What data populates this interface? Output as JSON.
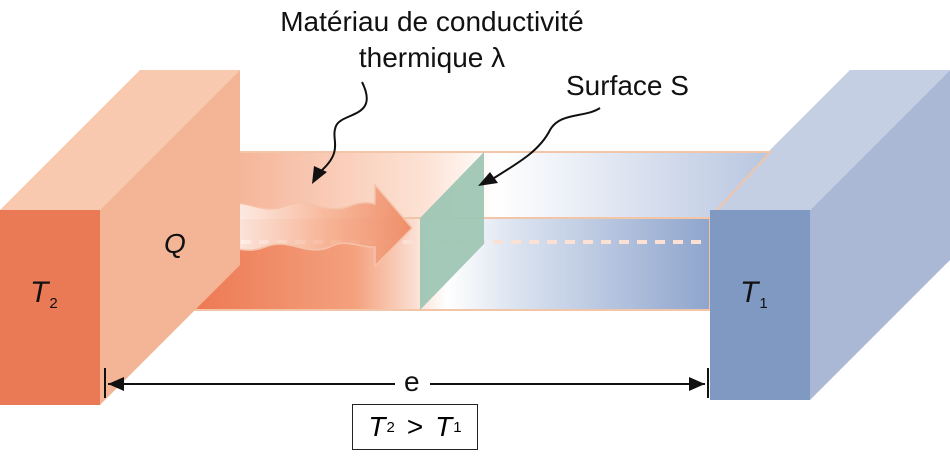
{
  "material_label": {
    "line1": "Matériau de conductivité",
    "line2": "thermique λ"
  },
  "surface_label": "Surface S",
  "heat_label": "Q",
  "hot_block": {
    "symbol": "T",
    "subscript": "2"
  },
  "cold_block": {
    "symbol": "T",
    "subscript": "1"
  },
  "thickness_label": "e",
  "condition": {
    "left_symbol": "T",
    "left_subscript": "2",
    "operator": ">",
    "right_symbol": "T",
    "right_subscript": "1"
  },
  "colors": {
    "hot_front": "#ea7a55",
    "hot_side": "#f3b595",
    "hot_top": "#f8c9ae",
    "cold_front": "#8099c3",
    "cold_side": "#aab8d6",
    "cold_top": "#c4cfe4",
    "surface": "#9fc6b4",
    "bar_border": "#f2c4a8"
  }
}
